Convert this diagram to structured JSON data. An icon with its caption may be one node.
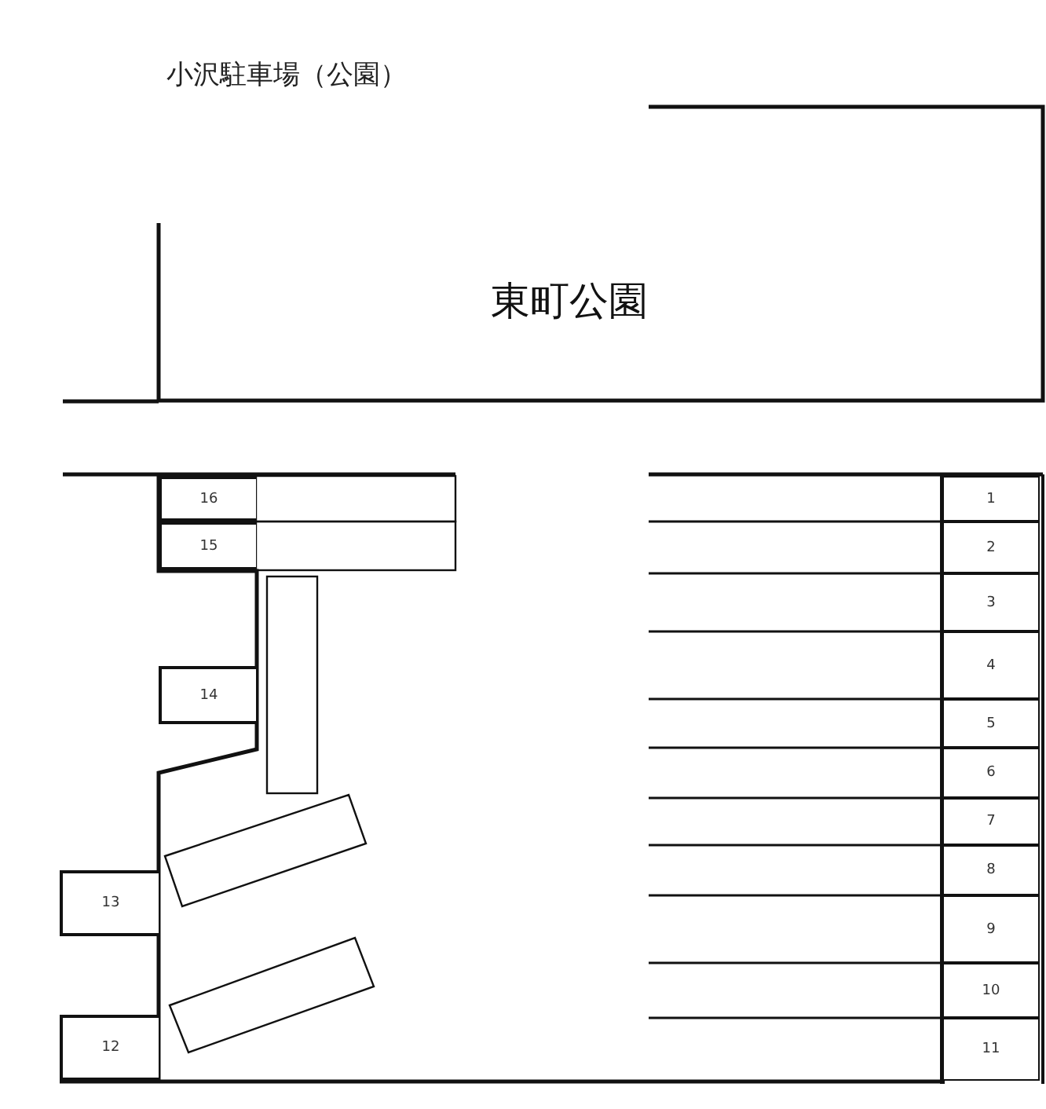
{
  "diagram": {
    "title": "小沢駐車場（公園）",
    "nodes": [
      {
        "text": [
          "東町公園"
        ]
      },
      {
        "text": [
          "1"
        ]
      },
      {
        "text": [
          "2"
        ]
      },
      {
        "text": [
          "3"
        ]
      },
      {
        "text": [
          "4"
        ]
      },
      {
        "text": [
          "5"
        ]
      },
      {
        "text": [
          "6"
        ]
      },
      {
        "text": [
          "7"
        ]
      },
      {
        "text": [
          "8"
        ]
      },
      {
        "text": [
          "9"
        ]
      },
      {
        "text": [
          "10"
        ]
      },
      {
        "text": [
          "11"
        ]
      },
      {
        "text": [
          "12"
        ]
      },
      {
        "text": [
          "13"
        ]
      },
      {
        "text": [
          "14"
        ]
      },
      {
        "text": [
          "15"
        ]
      },
      {
        "text": [
          "16"
        ]
      }
    ]
  }
}
